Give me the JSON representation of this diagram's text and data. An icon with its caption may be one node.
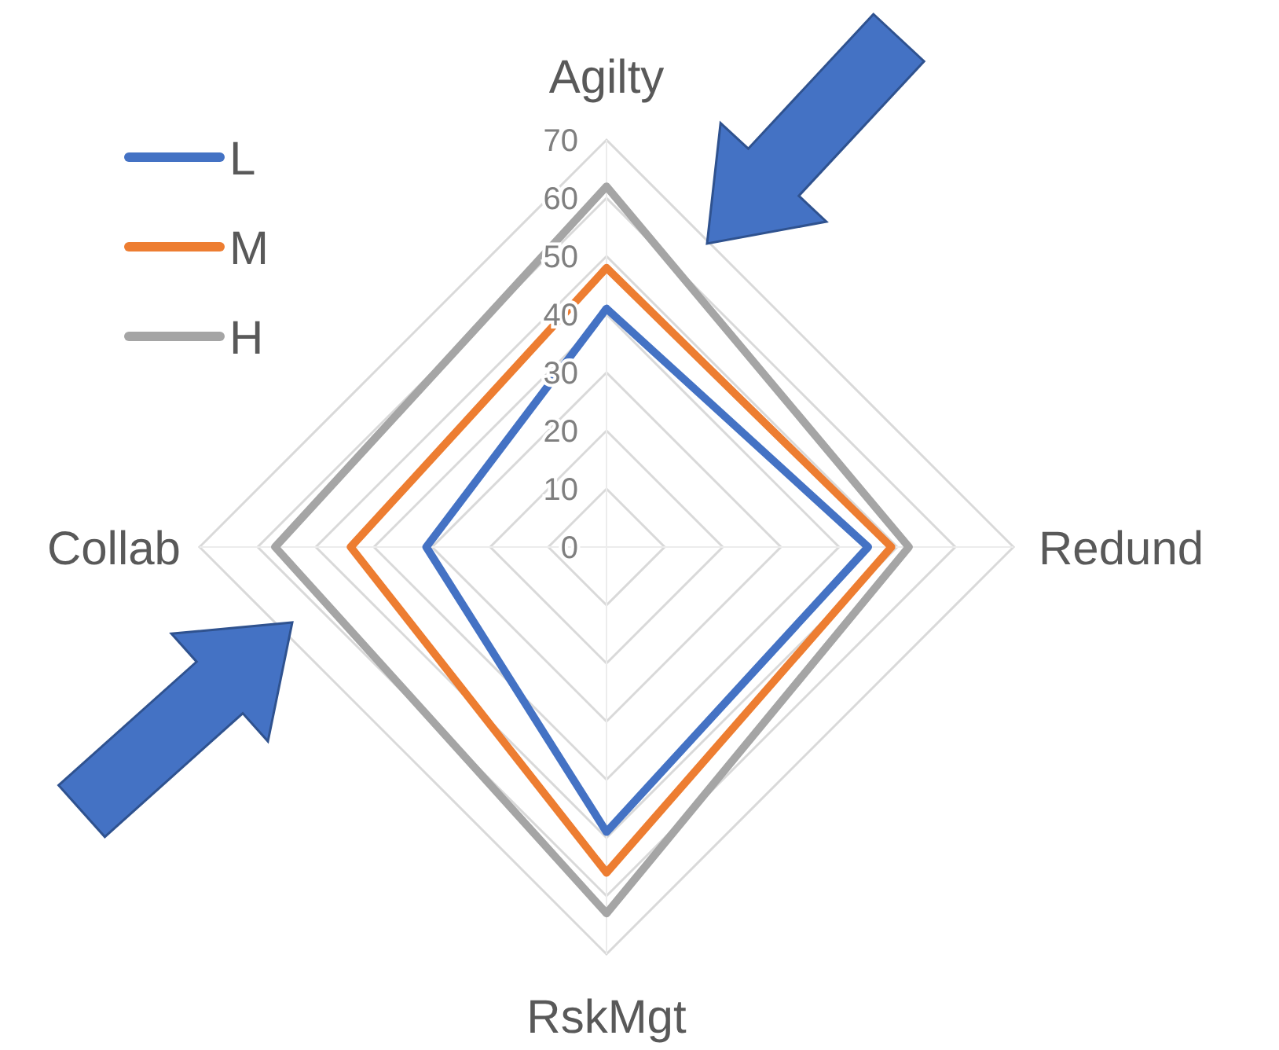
{
  "diagram": {
    "labels": [
      "Agilty",
      "70",
      "60",
      "50",
      "40",
      "30",
      "20",
      "10",
      "Collab",
      "0",
      "Redund",
      "RskMgt"
    ],
    "legend": [
      {
        "text": "L"
      },
      {
        "text": "M"
      },
      {
        "text": "H"
      }
    ]
  }
}
